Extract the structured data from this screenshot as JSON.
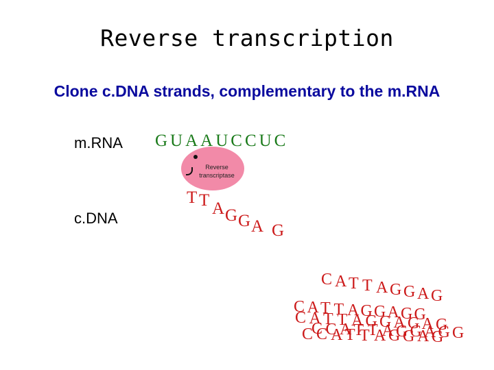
{
  "title": "Reverse transcription",
  "subtitle": "Clone c.DNA strands, complementary to the m.RNA",
  "mrna": {
    "label": "m.RNA",
    "sequence": "GUAAUCCUC"
  },
  "enzyme": {
    "line1": "Reverse",
    "line2": "transcriptase"
  },
  "cdna": {
    "label": "c.DNA",
    "sequence": "TTAGGAG"
  },
  "cloned_strands": [
    "CATTAGGAG",
    "CATTAGGAGG",
    "CATTAGGAGAG",
    "CCATTAGGAG",
    "CCATTAGGAGG"
  ],
  "colors": {
    "subtitle": "#0a0a9e",
    "mrna_bases": "#1a7a1a",
    "cdna_bases": "#cc1a1a",
    "enzyme": "#f28aa8"
  }
}
